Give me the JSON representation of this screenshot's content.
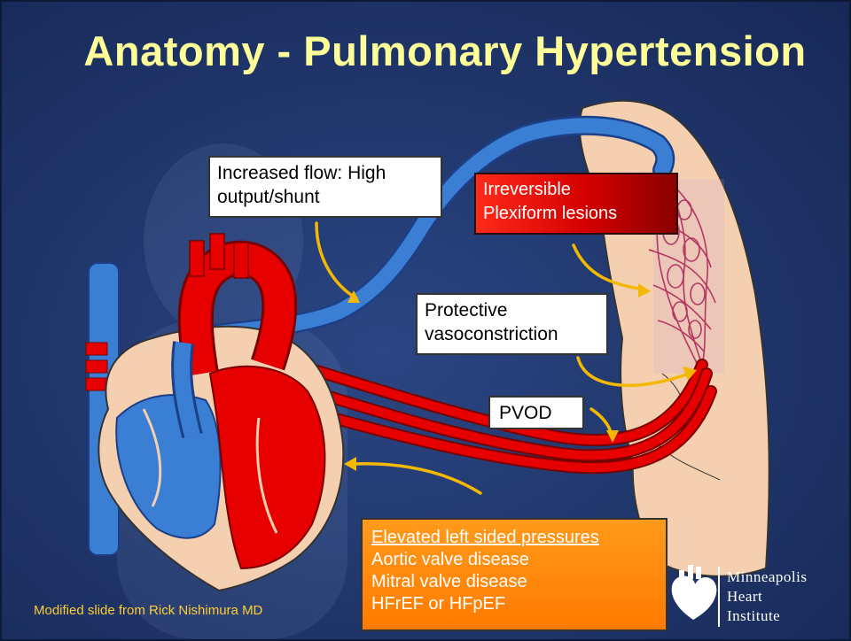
{
  "slide": {
    "title": "Anatomy - Pulmonary Hypertension",
    "credit": "Modified slide from Rick Nishimura MD"
  },
  "callouts": {
    "increased_flow": [
      "Increased flow: High",
      "output/shunt"
    ],
    "irreversible": [
      "Irreversible",
      "Plexiform lesions"
    ],
    "protective": [
      "Protective",
      "vasoconstriction"
    ],
    "pvod": "PVOD",
    "elevated": {
      "heading": "Elevated left sided pressures",
      "items": [
        "Aortic valve disease",
        "Mitral valve disease",
        "HFrEF or HFpEF"
      ]
    }
  },
  "logo": {
    "lines": [
      "Minneapolis",
      "Heart",
      "Institute"
    ]
  },
  "colors": {
    "title": "#ffff99",
    "arrow": "#f5b800",
    "blood_red": "#e60000",
    "blood_blue": "#3a7fd4",
    "lung": "#f4cfb0"
  }
}
